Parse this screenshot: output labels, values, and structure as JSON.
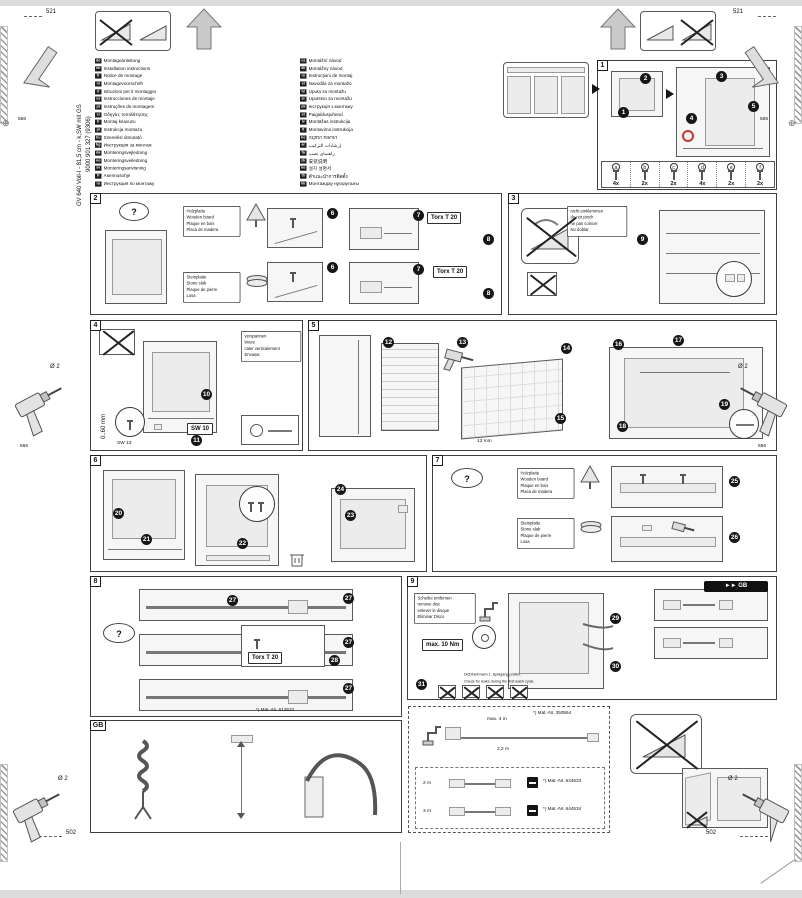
{
  "misc": {
    "question": "?",
    "crosshair": "⊕"
  },
  "edge": {
    "dim_top": "521",
    "dim_mid": "566",
    "dim_bottom": "502",
    "drill": "Ø 2"
  },
  "sidebar": {
    "model_text": "GV 640 Voll-I - 81,5 cm - k,SW mit GS",
    "doc_number": "9000 901 327 (9306)"
  },
  "panel_labels": {
    "p1": "1",
    "p2": "2",
    "p3": "3",
    "p4": "4",
    "p5": "5",
    "p6": "6",
    "p7": "7",
    "p8": "8",
    "p9": "9",
    "gb": "GB"
  },
  "steps": {
    "1": "1",
    "2": "2",
    "3": "3",
    "4": "4",
    "5": "5",
    "6": "6",
    "7": "7",
    "8": "8",
    "9": "9",
    "10": "10",
    "11": "11",
    "12": "12",
    "13": "13",
    "14": "14",
    "15": "15",
    "16": "16",
    "17": "17",
    "18": "18",
    "19": "19",
    "20": "20",
    "21": "21",
    "22": "22",
    "23": "23",
    "24": "24",
    "25": "25",
    "26": "26",
    "27": "27",
    "28": "28",
    "29": "29",
    "30": "30",
    "31": "31"
  },
  "languages": {
    "left": [
      {
        "code": "de",
        "label": "Montageanleitung"
      },
      {
        "code": "en",
        "label": "Installation instructions"
      },
      {
        "code": "fr",
        "label": "Notice de montage"
      },
      {
        "code": "nl",
        "label": "Montagevoorschrift"
      },
      {
        "code": "it",
        "label": "Istruzioni per il montaggio"
      },
      {
        "code": "es",
        "label": "Instrucciones de montaje"
      },
      {
        "code": "pt",
        "label": "Instruções de montagem"
      },
      {
        "code": "el",
        "label": "Οδηγίες τοποθέτησης"
      },
      {
        "code": "tr",
        "label": "Montaj kılavuzu"
      },
      {
        "code": "pl",
        "label": "Instrukcja montażu"
      },
      {
        "code": "hu",
        "label": "Szerelési útmutató"
      },
      {
        "code": "bg",
        "label": "Инструкция за монтаж"
      },
      {
        "code": "da",
        "label": "Monteringsvejledning"
      },
      {
        "code": "no",
        "label": "Monteringsveiledning"
      },
      {
        "code": "sv",
        "label": "Monteringsanvisning"
      },
      {
        "code": "fi",
        "label": "Asennusohje"
      },
      {
        "code": "ru",
        "label": "Инструкция по монтажу"
      }
    ],
    "right": [
      {
        "code": "cs",
        "label": "Montážní návod"
      },
      {
        "code": "sk",
        "label": "Montážny návod"
      },
      {
        "code": "ro",
        "label": "Instrucţiuni de montaj"
      },
      {
        "code": "sl",
        "label": "Navodila za montažo"
      },
      {
        "code": "hr",
        "label": "Uputa za montažu"
      },
      {
        "code": "sr",
        "label": "Uputstvo za montažu"
      },
      {
        "code": "uk",
        "label": "Інструкція з монтажу"
      },
      {
        "code": "et",
        "label": "Paigaldusjuhend"
      },
      {
        "code": "lv",
        "label": "Montāžas instrukcija"
      },
      {
        "code": "lt",
        "label": "Montavimo instrukcija"
      },
      {
        "code": "he",
        "label": "הוראות התקנה"
      },
      {
        "code": "ar",
        "label": "إرشادات التركيب"
      },
      {
        "code": "fa",
        "label": "راهنمای نصب"
      },
      {
        "code": "zh",
        "label": "安装说明"
      },
      {
        "code": "ko",
        "label": "설치 설명서"
      },
      {
        "code": "th",
        "label": "คำแนะนำการติดตั้ง"
      },
      {
        "code": "kk",
        "label": "Монтаждау нұсқаулығы"
      }
    ]
  },
  "callouts": {
    "wooden_board": [
      "Holzplatte",
      "Wooden board",
      "Plaque en bois",
      "Placa de madera"
    ],
    "stone_slab": [
      "Steinplatte",
      "Stone slab",
      "Plaque de pierre",
      "Losa"
    ],
    "do_not_pinch": [
      "nicht einklemmen",
      "do not pinch",
      "ne pas coincer",
      "No doblar"
    ],
    "brace": [
      "verspannen",
      "brace",
      "caler verticalement",
      "Envasar"
    ],
    "remove_disc": [
      "Scheibe entfernen",
      "remove disc",
      "enlever le disque",
      "Eliminar Disco"
    ]
  },
  "tools": {
    "torx": "Torx T 20",
    "sw13": "SW 13",
    "sw10": "SW 10",
    "torque": "max. 10 Nm"
  },
  "measures": {
    "range": "0..60 mm",
    "mm13": "13 mm",
    "hose": "2,2 m",
    "len_a": "2 m",
    "len_b": "3 m",
    "max_len": "max. 4 m"
  },
  "parts": {
    "mat_hose": "*) Mat.-Nr. 350564",
    "mat_ext1": "*) Mat.-Nr. 644533",
    "mat_ext2": "*) Mat.-Nr. 644534",
    "mat_bracket": "*) Mat.-Nr. 612632"
  },
  "panel1": {
    "parts": [
      {
        "id": "a",
        "qty": "4x"
      },
      {
        "id": "b",
        "qty": "2x"
      },
      {
        "id": "c",
        "qty": "2x"
      },
      {
        "id": "d",
        "qty": "4x"
      },
      {
        "id": "e",
        "qty": "2x"
      },
      {
        "id": "f",
        "qty": "2x"
      }
    ]
  },
  "panel9": {
    "gb_tag": "►► GB",
    "caption_de": "Dichtheit beim 1. Spülgang prüfen.",
    "caption_en": "Check for leaks during the first wash cycle."
  }
}
